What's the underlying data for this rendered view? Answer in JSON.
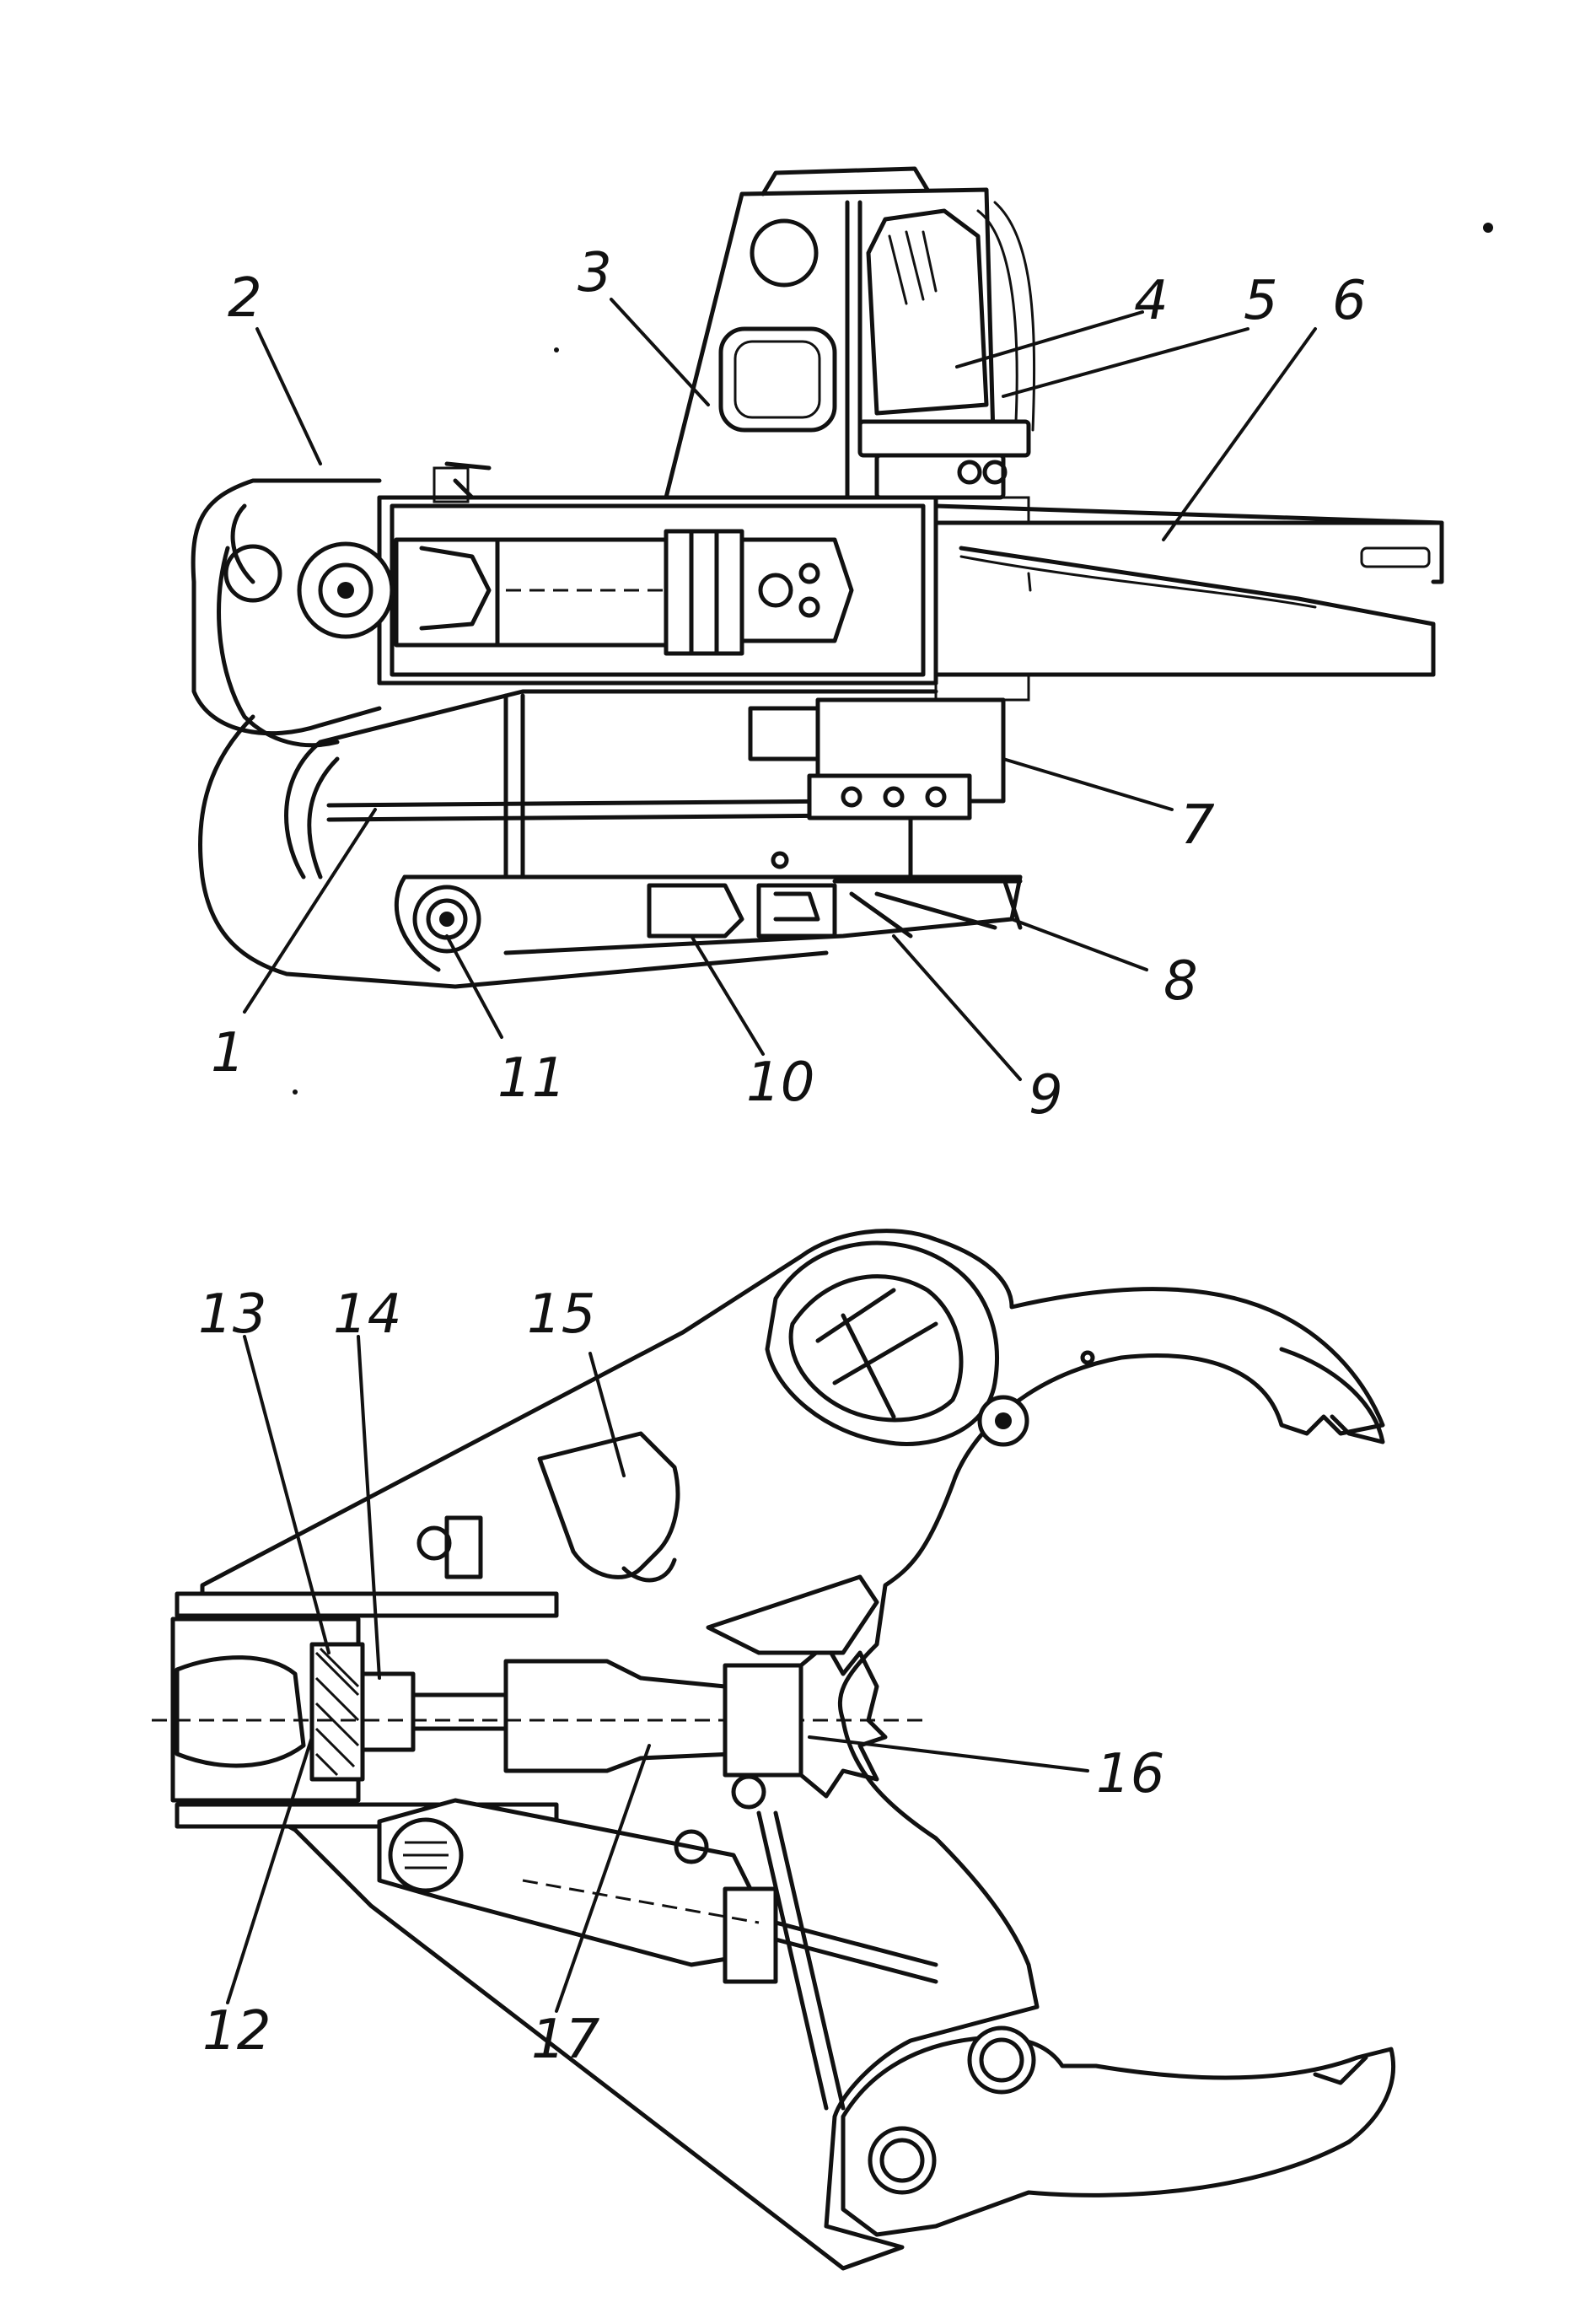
{
  "diagram": {
    "top_labels": [
      "1",
      "2",
      "3",
      "4",
      "5",
      "6",
      "7",
      "8",
      "9",
      "10",
      "11"
    ],
    "bottom_labels": [
      "12",
      "13",
      "14",
      "15",
      "16",
      "17"
    ]
  }
}
